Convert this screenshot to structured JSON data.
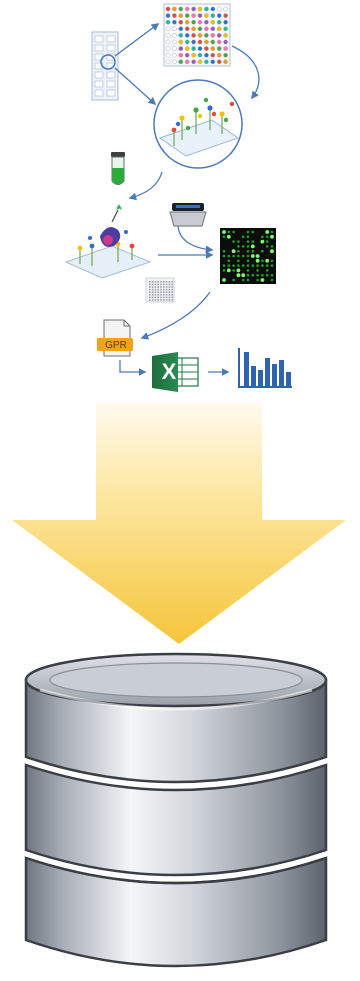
{
  "diagram": {
    "gpr_file": {
      "label": "GPR",
      "icon": "gpr-file-icon"
    },
    "excel": {
      "letter": "X",
      "icon": "excel-icon"
    },
    "colors": {
      "arrow_line": "#4a7ab8",
      "big_arrow_top": "#fff6d8",
      "big_arrow_bottom": "#f6c93a",
      "database": "#b7bcc4",
      "excel_green": "#1f7a44",
      "scan_bg": "#0c0c0c",
      "scan_spot": "#28d23a",
      "tube_green": "#2eaa3c",
      "gpr_orange": "#f3a21c"
    },
    "icons": [
      "slide-layout-icon",
      "printed-plate-icon",
      "glycan-array-circle-icon",
      "sample-tube-icon",
      "binding-illustration-icon",
      "scanner-icon",
      "scan-image-icon",
      "grid-thumbnail-icon",
      "gpr-file-icon",
      "excel-icon",
      "bar-chart-icon",
      "big-down-arrow",
      "database-icon"
    ]
  }
}
